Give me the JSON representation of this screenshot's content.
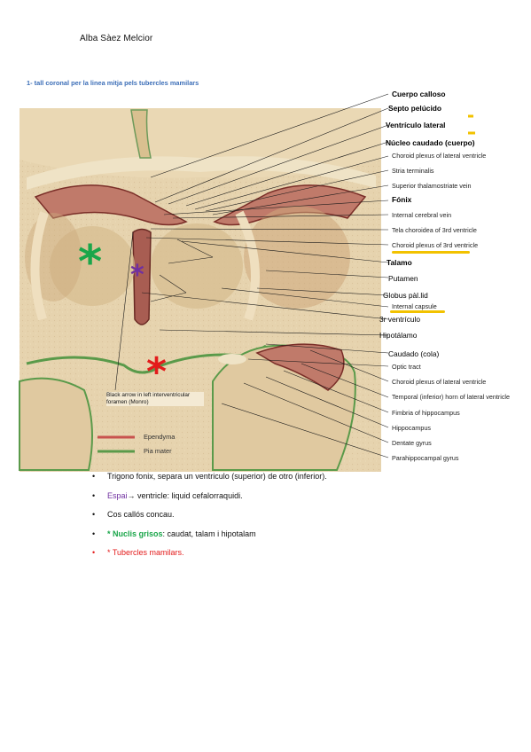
{
  "author": "Alba Sàez Melcior",
  "heading": "1- tall coronal per la linea mitja pels tubercles mamilars",
  "figure": {
    "labels_right": [
      {
        "text": "Cuerpo calloso",
        "lang": "es"
      },
      {
        "text": "Septo pelúcido",
        "lang": "es"
      },
      {
        "text": "Ventrículo lateral",
        "lang": "es"
      },
      {
        "text": "Núcleo caudado (cuerpo)",
        "lang": "es"
      },
      {
        "text": "Choroid plexus of lateral ventricle",
        "lang": "en"
      },
      {
        "text": "Stria terminalis",
        "lang": "en"
      },
      {
        "text": "Superior thalamostriate vein",
        "lang": "en"
      },
      {
        "text": "Fónix",
        "lang": "es"
      },
      {
        "text": "Internal cerebral vein",
        "lang": "en"
      },
      {
        "text": "Tela choroidea of 3rd ventricle",
        "lang": "en"
      },
      {
        "text": "Choroid plexus of 3rd ventricle",
        "lang": "en"
      },
      {
        "text": "Talamo",
        "lang": "es"
      },
      {
        "text": "Putamen",
        "lang": "es"
      },
      {
        "text": "Globus pàl.lid",
        "lang": "es"
      },
      {
        "text": "Internal capsule",
        "lang": "en"
      },
      {
        "text": "3r ventrículo",
        "lang": "es"
      },
      {
        "text": "Hipotálamo",
        "lang": "es"
      },
      {
        "text": "Caudado (cola)",
        "lang": "es"
      },
      {
        "text": "Optic tract",
        "lang": "en"
      },
      {
        "text": "Choroid plexus of lateral ventricle",
        "lang": "en"
      },
      {
        "text": "Temporal (inferior) horn of lateral ventricle",
        "lang": "en"
      },
      {
        "text": "Fimbria of hippocampus",
        "lang": "en"
      },
      {
        "text": "Hippocampus",
        "lang": "en"
      },
      {
        "text": "Dentate gyrus",
        "lang": "en"
      },
      {
        "text": "Parahippocampal gyrus",
        "lang": "en"
      }
    ],
    "arrow_note": "Black arrow in left interventricular foramen (Monro)",
    "legend": [
      {
        "label": "Ependyma",
        "color": "#c8524e"
      },
      {
        "label": "Pia mater",
        "color": "#5a9a4a"
      }
    ],
    "stars": {
      "green": "*",
      "purple": "*",
      "red": "*"
    },
    "colors": {
      "green": "#1aa64a",
      "purple": "#7030a0",
      "red": "#e31b1b",
      "highlight": "#f2c200"
    }
  },
  "bullets": [
    {
      "parts": [
        {
          "text": "Trigono fonix, separa un ventriculo (superior) de otro (inferior).",
          "style": "normal"
        }
      ]
    },
    {
      "parts": [
        {
          "text": "Espai",
          "style": "purple"
        },
        {
          "text": "→ ventricle: liquid cefalorraquidi.",
          "style": "normal"
        }
      ]
    },
    {
      "parts": [
        {
          "text": "Cos callós concau.",
          "style": "normal"
        }
      ]
    },
    {
      "parts": [
        {
          "text": "* Nuclis grisos",
          "style": "green"
        },
        {
          "text": ": caudat, talam i hipotalam",
          "style": "normal"
        }
      ]
    },
    {
      "parts": [
        {
          "text": "* Tubercles mamilars",
          "style": "red"
        },
        {
          "text": ".",
          "style": "red"
        }
      ],
      "bullet_color": "red"
    }
  ]
}
